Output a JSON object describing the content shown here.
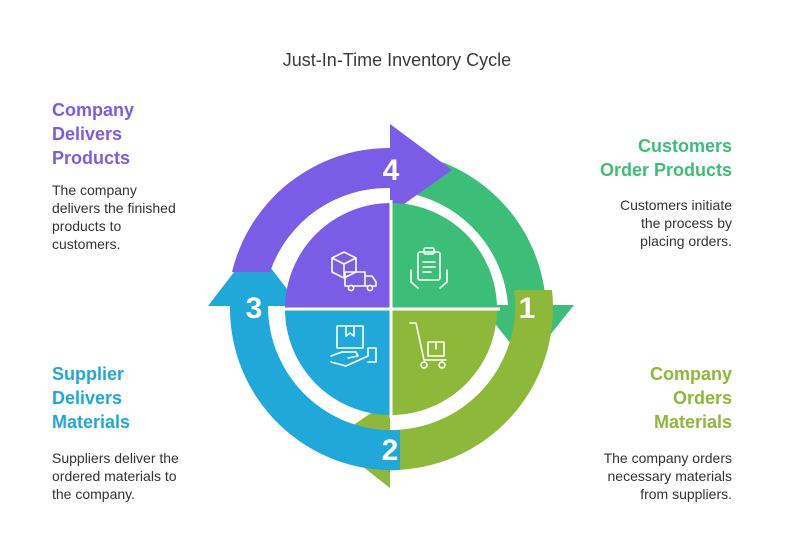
{
  "title": "Just-In-Time Inventory Cycle",
  "steps": [
    {
      "number": "1",
      "title": "Customers\nOrder Products",
      "description": "Customers initiate\nthe process by\nplacing orders.",
      "color": "#3DBE78",
      "icon": "clipboard-hand-icon"
    },
    {
      "number": "2",
      "title": "Company\nOrders\nMaterials",
      "description": "The company orders\nnecessary materials\nfrom suppliers.",
      "color": "#8DB83A",
      "icon": "hand-truck-icon"
    },
    {
      "number": "3",
      "title": "Supplier\nDelivers\nMaterials",
      "description": "Suppliers deliver the\nordered materials to\nthe company.",
      "color": "#1FA8D8",
      "icon": "box-in-hand-icon"
    },
    {
      "number": "4",
      "title": "Company\nDelivers\nProducts",
      "description": "The company\ndelivers the finished\nproducts to\ncustomers.",
      "color": "#7B5CE6",
      "icon": "delivery-truck-icon"
    }
  ]
}
